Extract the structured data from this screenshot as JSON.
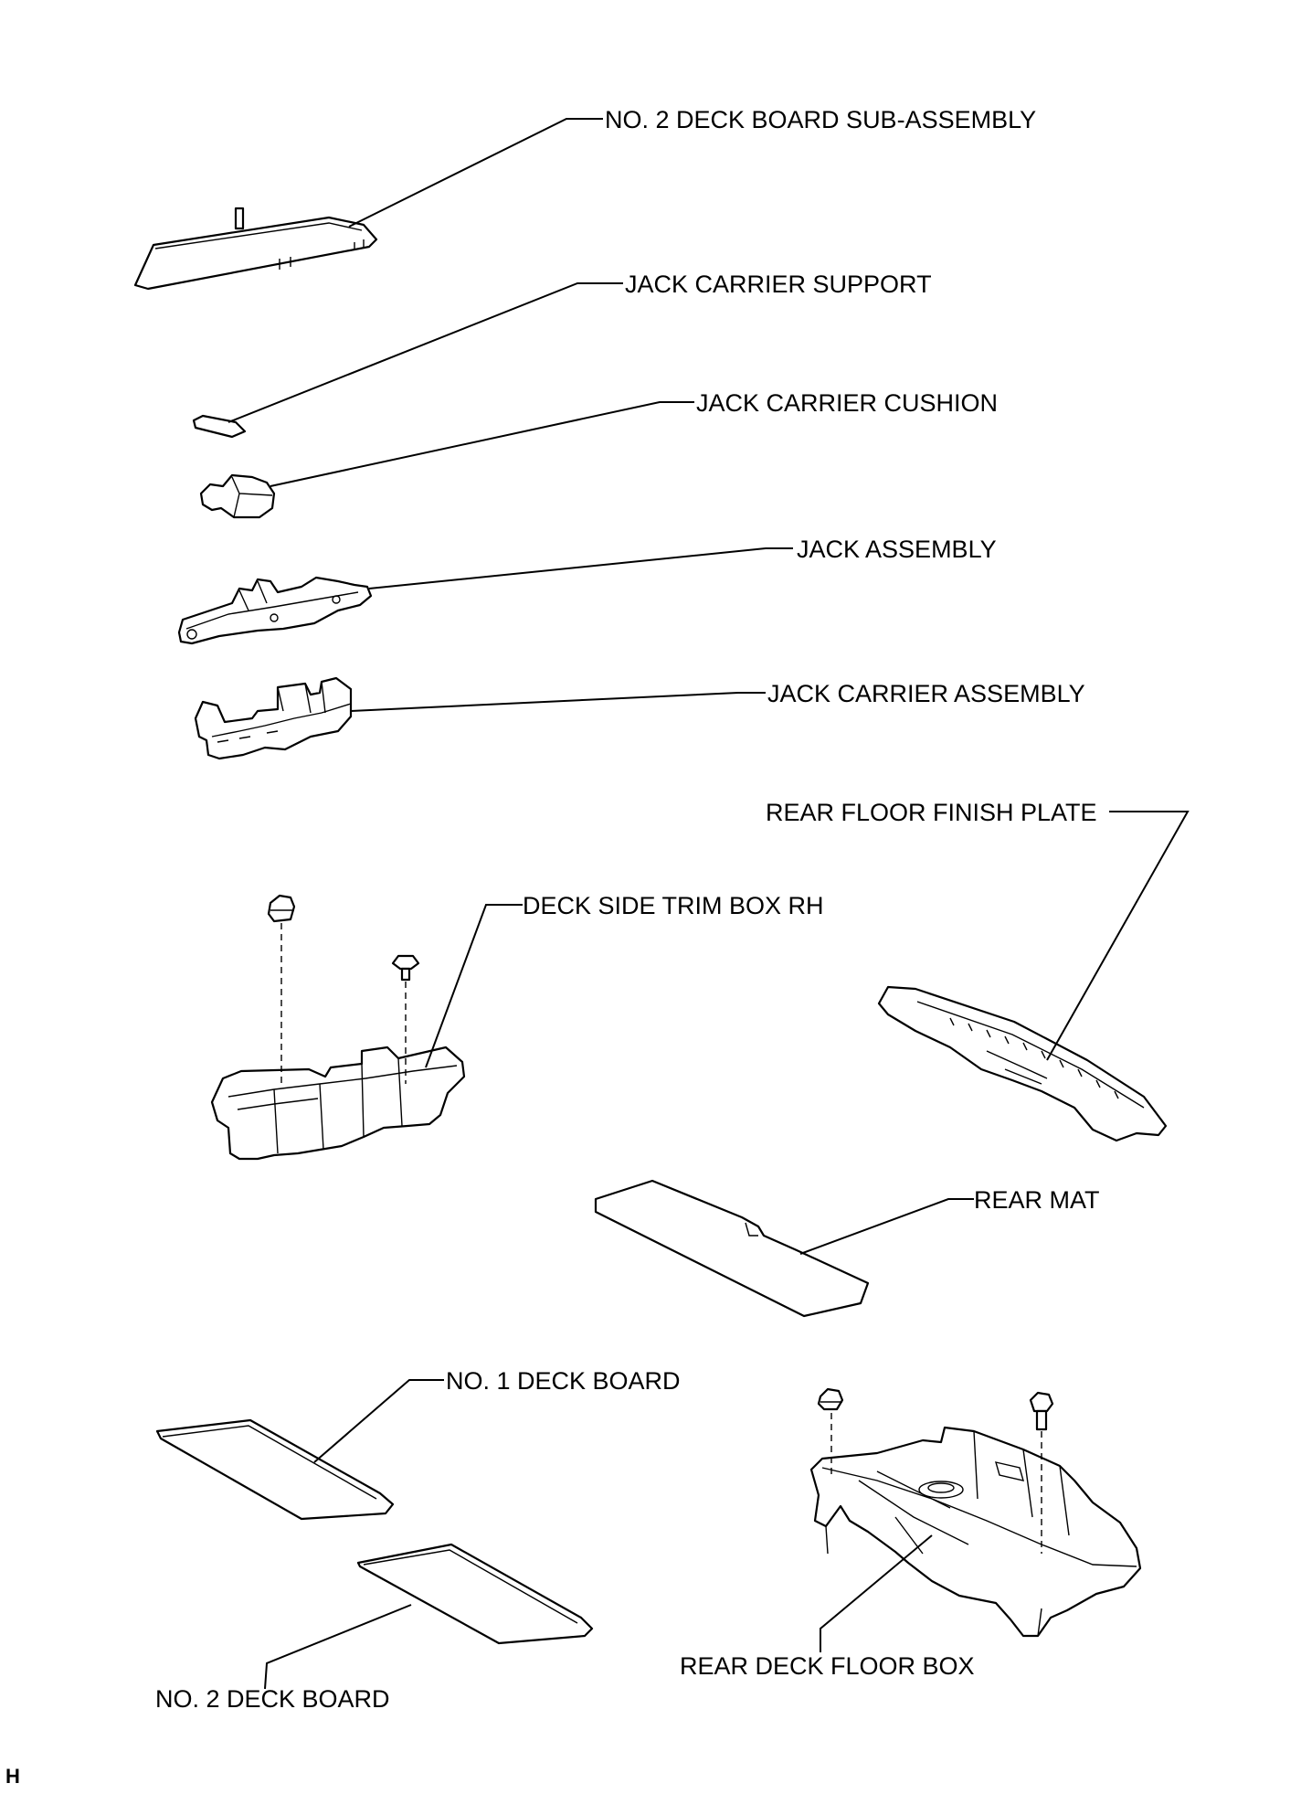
{
  "labels": {
    "no2_deck_board_sub_assembly": "NO. 2 DECK BOARD SUB-ASSEMBLY",
    "jack_carrier_support": "JACK CARRIER SUPPORT",
    "jack_carrier_cushion": "JACK CARRIER CUSHION",
    "jack_assembly": "JACK ASSEMBLY",
    "jack_carrier_assembly": "JACK CARRIER ASSEMBLY",
    "rear_floor_finish_plate": "REAR FLOOR FINISH PLATE",
    "deck_side_trim_box_rh": "DECK SIDE TRIM BOX RH",
    "rear_mat": "REAR MAT",
    "no1_deck_board": "NO. 1 DECK BOARD",
    "rear_deck_floor_box": "REAR DECK FLOOR BOX",
    "no2_deck_board": "NO. 2 DECK BOARD"
  },
  "corner_mark": "H"
}
